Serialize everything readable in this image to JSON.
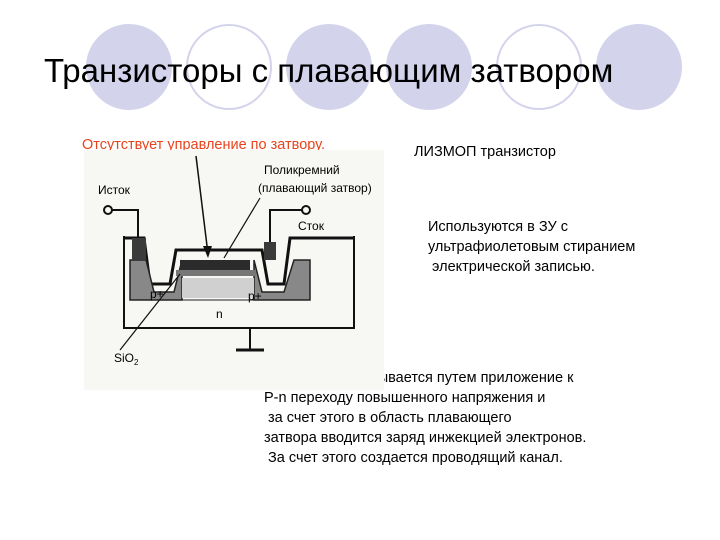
{
  "slide": {
    "title": "Транзисторы с плавающим затвором",
    "note_red": "Отсутствует управление по затвору.",
    "device_label": "ЛИЗМОП транзистор",
    "usage_lines": [
      "Используются в ЗУ с",
      "ультрафиолетовым стиранием",
      " электрической записью."
    ],
    "write_lines": [
      "Запись 0 – записывается путем приложение к",
      "P-n переходу повышенного напряжения и",
      " за счет этого в область плавающего",
      "затвора вводится заряд инжекцией электронов.",
      " За счет этого создается проводящий канал."
    ]
  },
  "diagram": {
    "label_source": "Исток",
    "label_poly_1": "Поликремний",
    "label_poly_2": "(плавающий затвор)",
    "label_drain": "Сток",
    "label_p_left": "p+",
    "label_p_right": "p+",
    "label_n": "n",
    "label_oxide": "SiO",
    "label_oxide_sub": "2"
  },
  "colors": {
    "accent_circle": "#d3d3ec",
    "red_text": "#e8431c"
  }
}
